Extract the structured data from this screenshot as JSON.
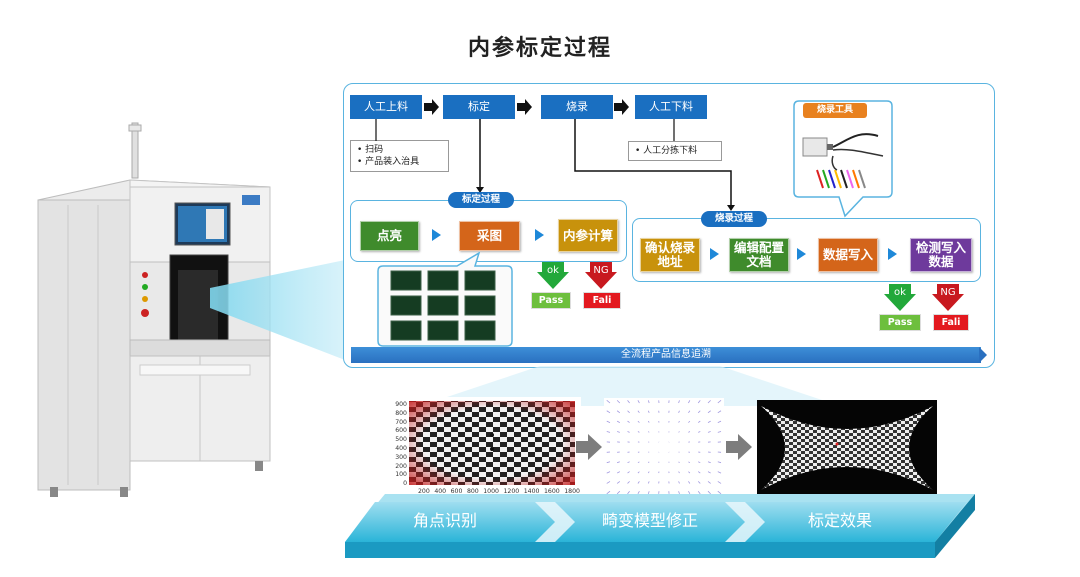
{
  "title": "内参标定过程",
  "top_flow": [
    "人工上料",
    "标定",
    "烧录",
    "人工下料"
  ],
  "load_notes": [
    "扫码",
    "产品装入治具"
  ],
  "unload_notes": [
    "人工分拣下料"
  ],
  "tool_label": "烧录工具",
  "calib": {
    "label": "标定过程",
    "steps": [
      "点亮",
      "采图",
      "内参计算"
    ]
  },
  "burn": {
    "label": "烧录过程",
    "steps": [
      "确认烧录地址",
      "编辑配置文档",
      "数据写入",
      "检测写入数据"
    ]
  },
  "ok_label": "ok",
  "ng_label": "NG",
  "pass_label": "Pass",
  "fail_label": "Fali",
  "banner": "全流程产品信息追溯",
  "stages": [
    "角点识别",
    "畸变模型修正",
    "标定效果"
  ],
  "plot": {
    "y_ticks": [
      "900",
      "800",
      "700",
      "600",
      "500",
      "400",
      "300",
      "200",
      "100",
      "0"
    ],
    "x_ticks": [
      "200",
      "400",
      "600",
      "800",
      "1000",
      "1200",
      "1400",
      "1600",
      "1800"
    ]
  },
  "colors": {
    "blue": "#1a6fc1",
    "green": "#3f8b2c",
    "orange": "#d4651a",
    "gold": "#c8920c",
    "purple": "#6e3a9c",
    "ok_green": "#22a83a",
    "ng_red": "#c8191f",
    "cyan": "#1eb7d6"
  }
}
